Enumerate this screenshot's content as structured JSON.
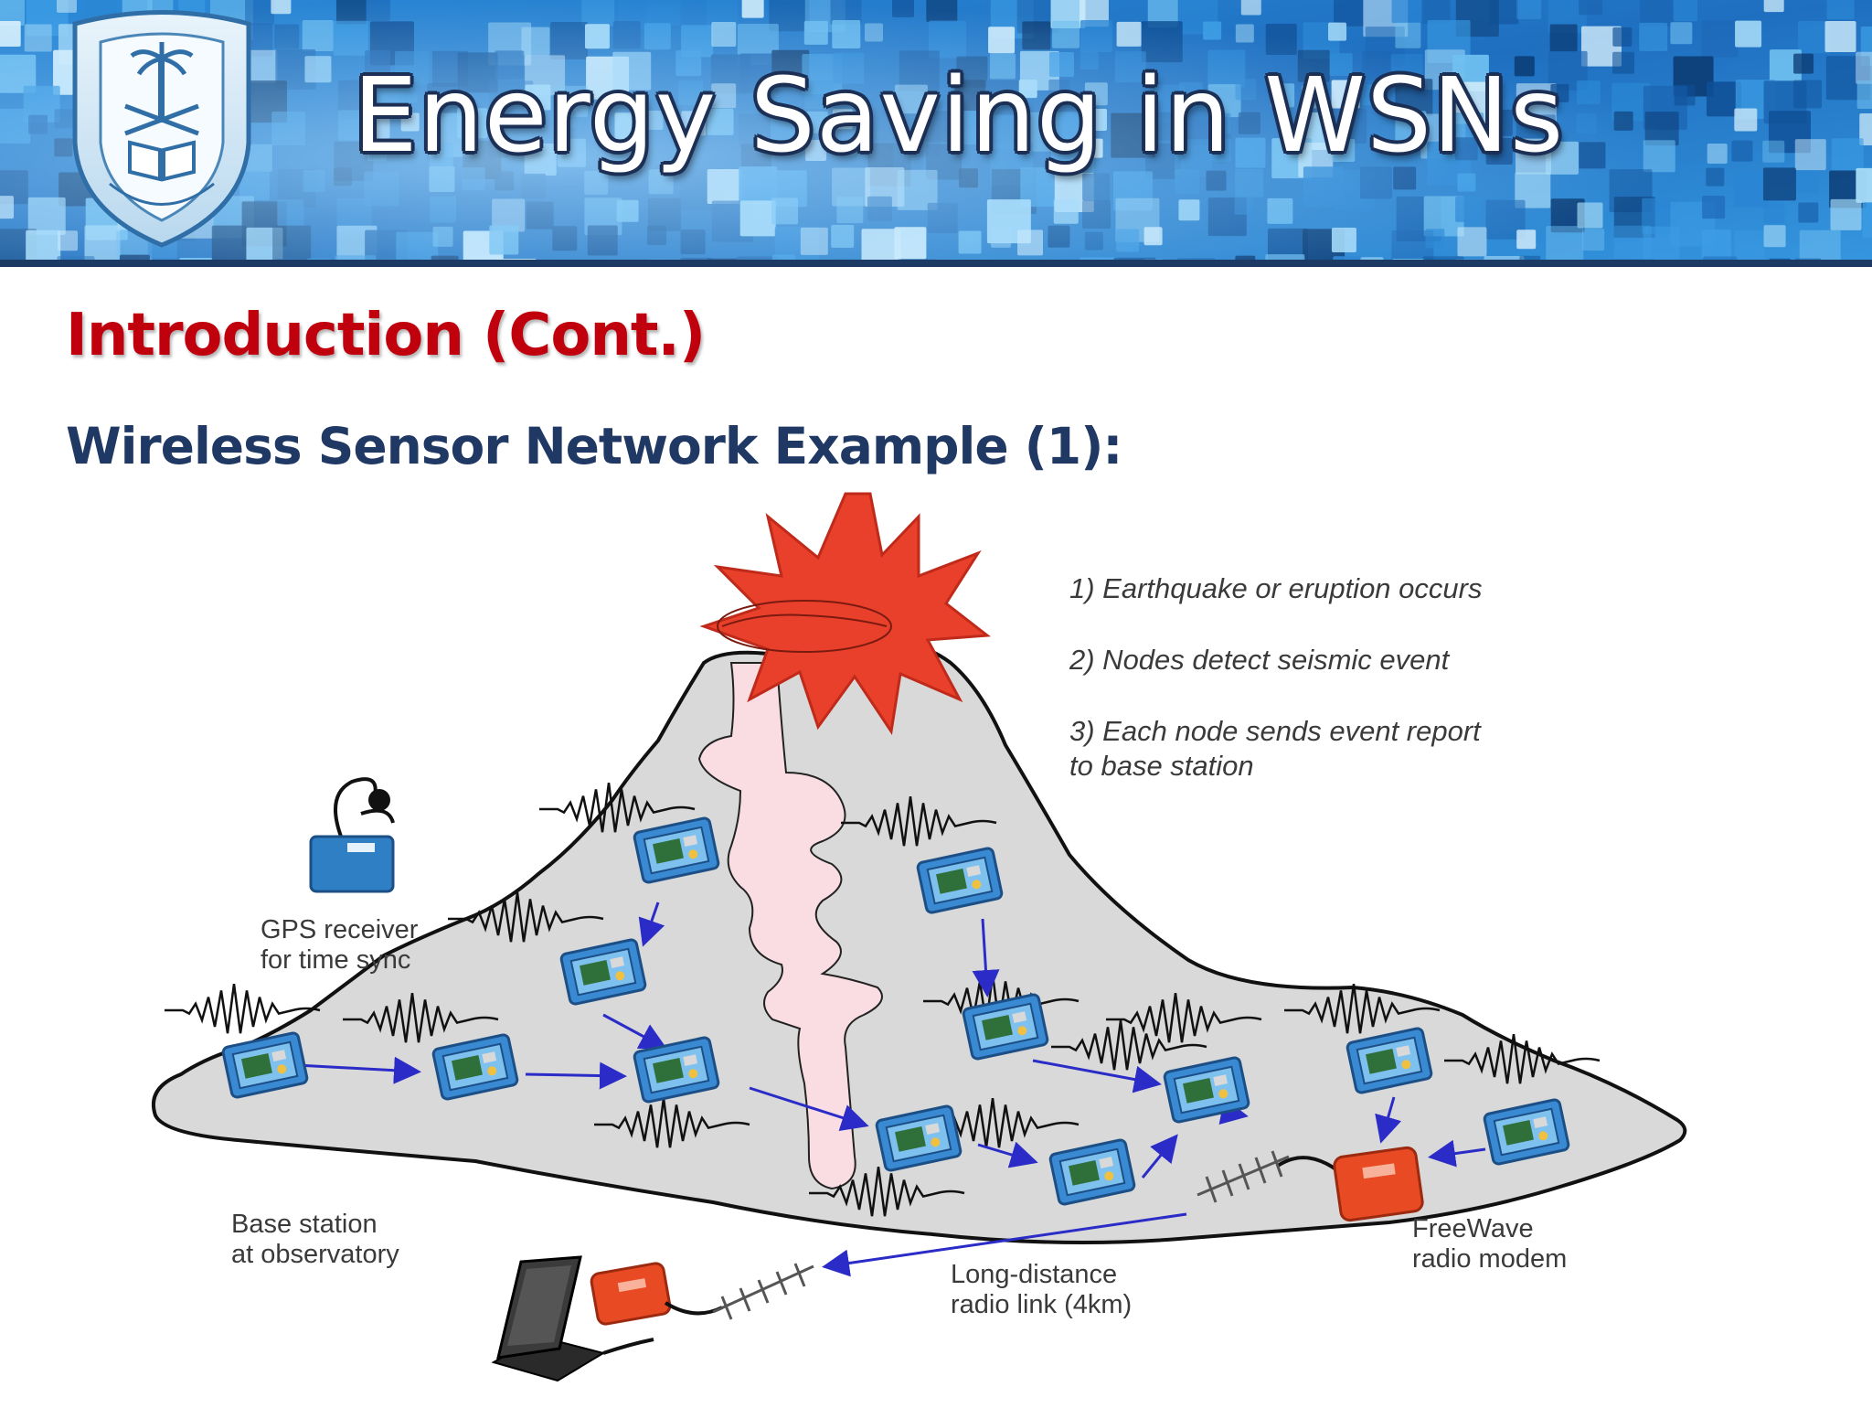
{
  "header": {
    "title": "Energy Saving in WSNs",
    "logo_name": "king-saud-university-logo",
    "colors": {
      "banner_blue": "#1d72c2",
      "banner_dark": "#0d3a6e",
      "title_outline": "#1c2f55"
    }
  },
  "section": {
    "heading": "Introduction (Cont.)",
    "subheading": "Wireless Sensor Network Example (1):",
    "colors": {
      "heading": "#c0000c",
      "subheading": "#1f3864"
    }
  },
  "diagram": {
    "steps": [
      {
        "text": "1) Earthquake or eruption occurs"
      },
      {
        "text": "2) Nodes detect seismic event"
      },
      {
        "lines": [
          "3) Each node sends event report",
          "to base station"
        ]
      }
    ],
    "gps_label": [
      "GPS receiver",
      "for time sync"
    ],
    "base_station_label": [
      "Base station",
      "at observatory"
    ],
    "link_label": [
      "Long-distance",
      "radio link (4km)"
    ],
    "modem_label": [
      "FreeWave",
      "radio modem"
    ],
    "colors": {
      "mountain_fill": "#d9d9d9",
      "eruption": "#e8402a",
      "magma": "#f9dde3",
      "node": "#2f7fc4",
      "arrow": "#2b2bc8",
      "modem": "#e84a23"
    }
  }
}
